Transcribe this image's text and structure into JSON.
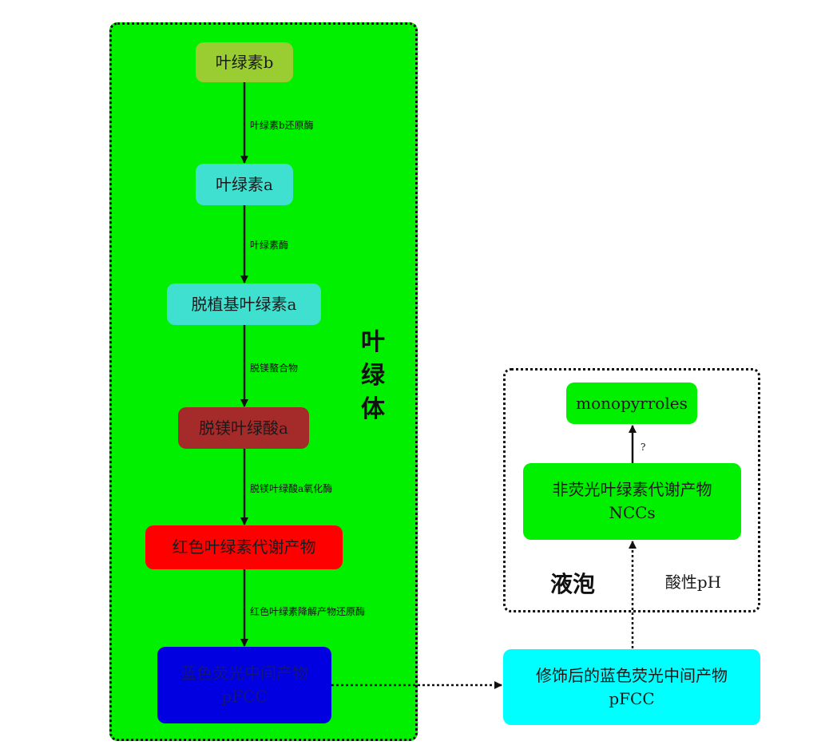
{
  "chloroplast": {
    "label": "叶绿体",
    "nodes": [
      {
        "id": "chl-b",
        "text": "叶绿素b",
        "color": "#9acd32"
      },
      {
        "id": "chl-a",
        "text": "叶绿素a",
        "color": "#40e0d0"
      },
      {
        "id": "chlide-a",
        "text": "脱植基叶绿素a",
        "color": "#40e0d0"
      },
      {
        "id": "pheide-a",
        "text": "脱镁叶绿酸a",
        "color": "#a52a2a"
      },
      {
        "id": "rcc",
        "text": "红色叶绿素代谢产物",
        "color": "#ff0000"
      },
      {
        "id": "pfcc",
        "text": "蓝色荧光中间产物",
        "text2": "pFCC",
        "color": "#0000e0"
      }
    ],
    "edges": [
      {
        "label": "叶绿素b还原酶"
      },
      {
        "label": "叶绿素酶"
      },
      {
        "label": "脱镁螯合物"
      },
      {
        "label": "脱镁叶绿酸a氧化酶"
      },
      {
        "label": "红色叶绿素降解产物还原酶"
      }
    ]
  },
  "modified_pfcc": {
    "text": "修饰后的蓝色荧光中间产物",
    "text2": "pFCC",
    "color": "#00ffff"
  },
  "vacuole": {
    "label": "液泡",
    "condition": "酸性pH",
    "nccs": {
      "text": "非荧光叶绿素代谢产物",
      "text2": "NCCs",
      "color": "#00f000"
    },
    "monopyrroles": {
      "text": "monopyrroles",
      "color": "#00f000"
    },
    "edge_label": "?"
  }
}
